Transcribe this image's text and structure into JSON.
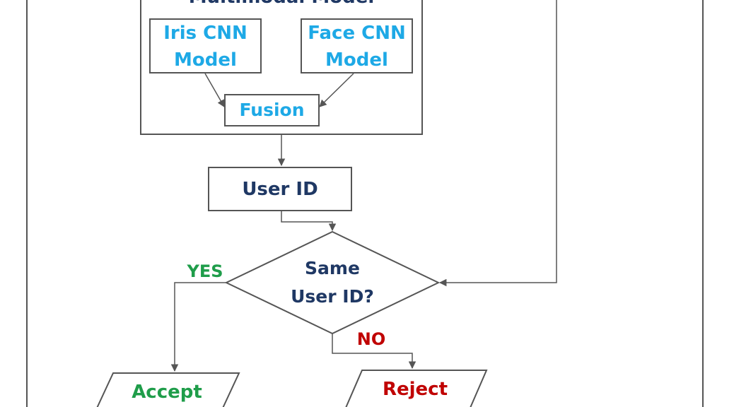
{
  "diagram": {
    "multimodal_label": "Multimodal Model",
    "iris_cnn": {
      "line1": "Iris CNN",
      "line2": "Model"
    },
    "face_cnn": {
      "line1": "Face CNN",
      "line2": "Model"
    },
    "fusion": "Fusion",
    "user_id": "User ID",
    "decision": {
      "line1": "Same",
      "line2": "User ID?"
    },
    "yes": "YES",
    "no": "NO",
    "accept": "Accept",
    "reject": "Reject"
  },
  "colors": {
    "model_text": "#1ea9e6",
    "flow_text": "#1f3864",
    "yes": "#1f9d4a",
    "no": "#c00000",
    "stroke": "#555555"
  }
}
